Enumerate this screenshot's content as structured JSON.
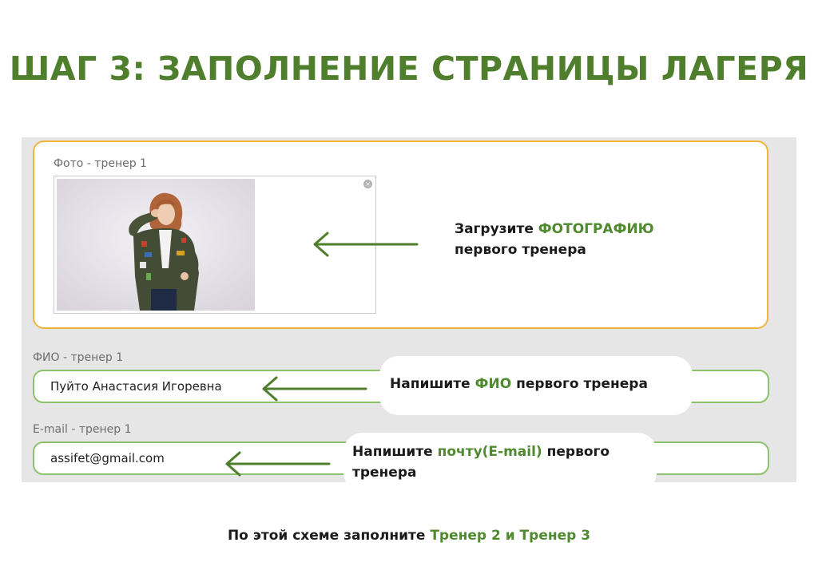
{
  "title": "ШАГ 3: ЗАПОЛНЕНИЕ СТРАНИЦЫ ЛАГЕРЯ",
  "photo_field": {
    "label": "Фото - тренер 1",
    "remove_icon": "×"
  },
  "name_field": {
    "label": "ФИО - тренер 1",
    "value": "Пуйто Анастасия Игоревна"
  },
  "email_field": {
    "label": "E-mail - тренер 1",
    "value": "assifet@gmail.com"
  },
  "notes": {
    "photo": {
      "prefix": "Загрузите ",
      "highlight": "ФОТОГРАФИЮ",
      "line2": "первого тренера"
    },
    "name": {
      "prefix": "Напишите ",
      "highlight": "ФИО",
      "suffix": " первого тренера"
    },
    "email": {
      "prefix": "Напишите ",
      "highlight": "почту(E-mail)",
      "suffix": " первого",
      "line2": "тренера"
    }
  },
  "footer": {
    "prefix": "По этой схеме заполните ",
    "highlight": "Тренер 2 и Тренер 3"
  },
  "colors": {
    "accent_green": "#4f7f2c",
    "field_border": "#8dc26c",
    "photo_border": "#f2b33d",
    "panel_bg": "#e6e6e6"
  }
}
